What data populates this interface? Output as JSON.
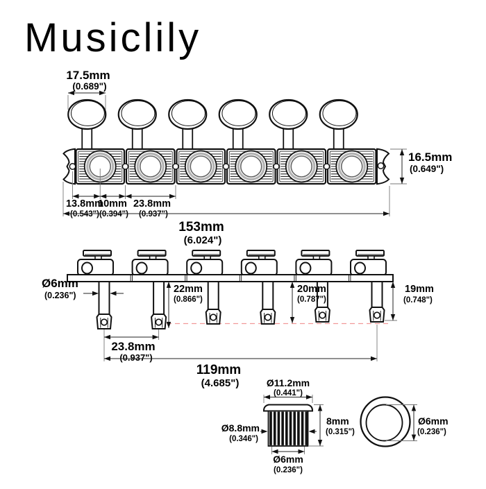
{
  "brand": {
    "logo": "Musiclily"
  },
  "top_view": {
    "button_width_mm": "17.5mm",
    "button_width_in": "(0.689\")",
    "plate_height_mm": "16.5mm",
    "plate_height_in": "(0.649\")",
    "screw_offset_mm": "13.8mm",
    "screw_offset_in": "(0.543\")",
    "hole_offset_mm": "10mm",
    "hole_offset_in": "(0.394\")",
    "segment_width_mm": "23.8mm",
    "segment_width_in": "(0.937\")",
    "total_length_mm": "153mm",
    "total_length_in": "(6.024\")"
  },
  "front_view": {
    "post_diameter_mm": "Ø6mm",
    "post_diameter_in": "(0.236\")",
    "post_height_a_mm": "22mm",
    "post_height_a_in": "(0.866\")",
    "post_height_b_mm": "20mm",
    "post_height_b_in": "(0.787\")",
    "post_height_c_mm": "19mm",
    "post_height_c_in": "(0.748\")",
    "post_spacing_mm": "23.8mm",
    "post_spacing_in": "(0.937\")",
    "span_mm": "119mm",
    "span_in": "(4.685\")"
  },
  "bushing": {
    "head_diameter_mm": "Ø11.2mm",
    "head_diameter_in": "(0.441\")",
    "body_diameter_mm": "Ø8.8mm",
    "body_diameter_in": "(0.346\")",
    "height_mm": "8mm",
    "height_in": "(0.315\")",
    "bore_diameter_mm": "Ø6mm",
    "bore_diameter_in": "(0.236\")",
    "top_bore_diameter_mm": "Ø6mm",
    "top_bore_diameter_in": "(0.236\")"
  },
  "colors": {
    "line": "#111111",
    "dimension": "#222222",
    "extension": "#777777",
    "ring_gray": "#b3b3b3",
    "centerline_red": "#f19999",
    "background": "#ffffff"
  }
}
